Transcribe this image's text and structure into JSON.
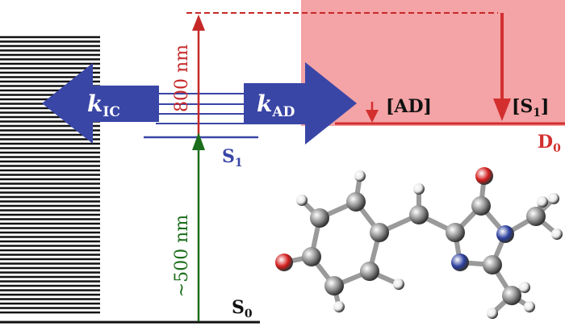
{
  "colors": {
    "blue": "#3a46a6",
    "red": "#d32f2f",
    "darkred": "#c62828",
    "green": "#1b6e1b",
    "pink_region": "#f4a3a6",
    "black": "#111111"
  },
  "labels": {
    "k_ic_main": "k",
    "k_ic_sub": "IC",
    "k_ad_main": "k",
    "k_ad_sub": "AD",
    "s1_main": "S",
    "s1_sub": "1",
    "s0_main": "S",
    "s0_sub": "0",
    "d0_main": "D",
    "d0_sub": "0",
    "ad_population": "[AD]",
    "s1_pop_open": "[S",
    "s1_pop_sub": "1",
    "s1_pop_close": "]",
    "probe_wavelength": "800 nm",
    "pump_wavelength": "~500 nm"
  },
  "molecule": {
    "atom_colors": {
      "carbon": "#8a8a8a",
      "hydrogen": "#e8e8e8",
      "oxygen": "#d31c1c",
      "nitrogen": "#2b3f9e"
    }
  }
}
